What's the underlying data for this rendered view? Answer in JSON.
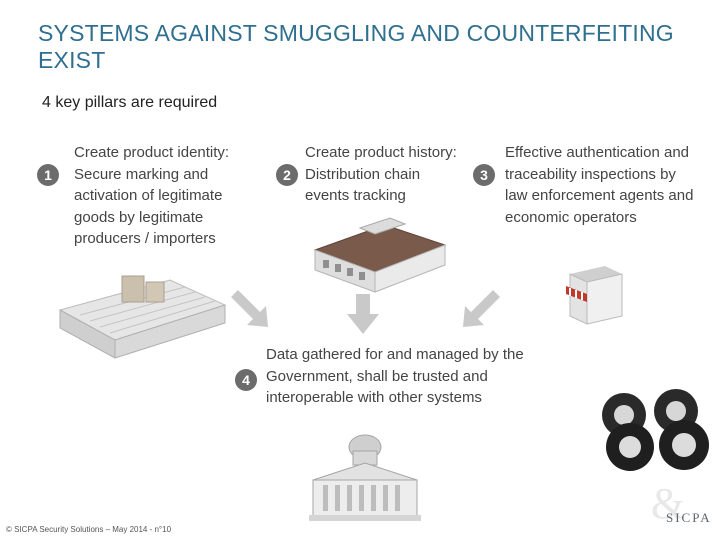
{
  "title": "SYSTEMS AGAINST SMUGGLING AND COUNTERFEITING EXIST",
  "subtitle": "4 key pillars are required",
  "pillars": [
    {
      "number": "1",
      "text": "Create product identity: Secure marking and activation of legitimate goods by legitimate producers / importers"
    },
    {
      "number": "2",
      "text": "Create product history: Distribution chain events tracking"
    },
    {
      "number": "3",
      "text": "Effective authentication and traceability inspections by law enforcement agents and economic operators"
    },
    {
      "number": "4",
      "text": "Data gathered for and managed by the Government, shall be trusted and interoperable with other systems"
    }
  ],
  "footer": "© SICPA Security Solutions – May 2014 - n°10",
  "logo": "SICPA",
  "colors": {
    "title": "#2f6f8f",
    "badge": "#6c6c6c",
    "arrow": "#c9c9c9"
  }
}
